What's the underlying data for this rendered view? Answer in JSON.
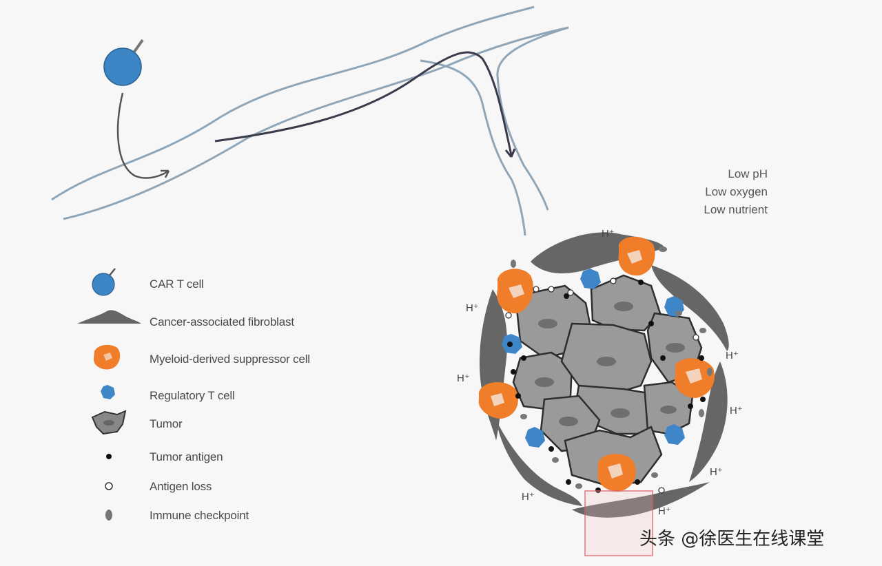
{
  "legend": {
    "items": [
      {
        "label": "CAR T cell",
        "icon": "car-t-cell-icon"
      },
      {
        "label": "Cancer-associated fibroblast",
        "icon": "fibroblast-icon"
      },
      {
        "label": "Myeloid-derived suppressor cell",
        "icon": "mdsc-icon"
      },
      {
        "label": "Regulatory T cell",
        "icon": "treg-icon"
      },
      {
        "label": "Tumor",
        "icon": "tumor-icon"
      },
      {
        "label": "Tumor antigen",
        "icon": "tumor-antigen-icon"
      },
      {
        "label": "Antigen loss",
        "icon": "antigen-loss-icon"
      },
      {
        "label": "Immune checkpoint",
        "icon": "immune-checkpoint-icon"
      }
    ]
  },
  "environment": {
    "lines": [
      "Low pH",
      "Low oxygen",
      "Low nutrient"
    ]
  },
  "proton_label": "H⁺",
  "watermark": "头条 @徐医生在线课堂",
  "colors": {
    "car_t": "#3d86c6",
    "vessel": "#8fa6b8",
    "arrow": "#555555",
    "fibroblast": "#6b6b6b",
    "mdsc": "#ef7d2a",
    "treg": "#3f86c8",
    "tumor": "#9a9a9a",
    "tumor_edge": "#3a3a3a"
  }
}
